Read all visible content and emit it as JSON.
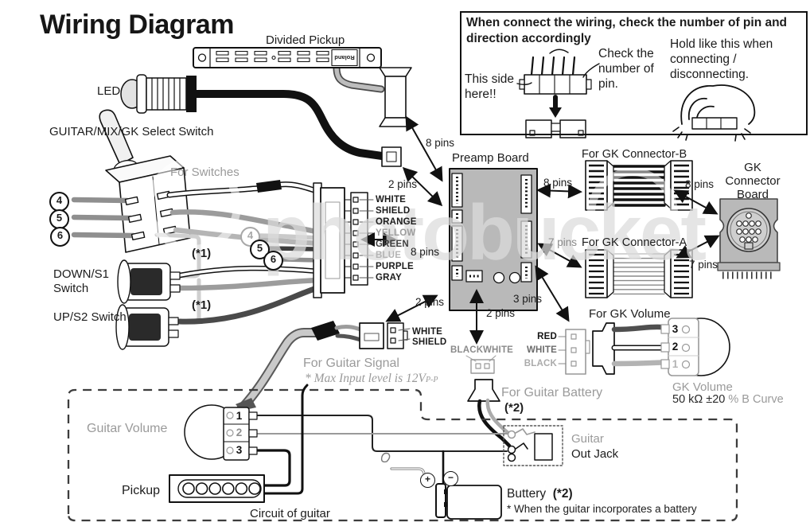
{
  "title": "Wiring Diagram",
  "watermark": "photobucket",
  "instruction": {
    "heading": "When connect the wiring, check the number of pin and direction accordingly",
    "this_side": "This side here!!",
    "check_pin": "Check the number of pin.",
    "hold": "Hold like this when connecting / disconnecting."
  },
  "labels": {
    "divided_pickup": "Divided Pickup",
    "roland": "Roland",
    "led": "LED",
    "select_switch": "GUITAR/MIX/GK Select Switch",
    "for_switches": "For Switches",
    "down_switch": "DOWN/S1 Switch",
    "up_switch": "UP/S2 Switch",
    "note1_a": "(*1)",
    "note1_b": "(*1)",
    "preamp_board": "Preamp Board",
    "for_gk_connector_b": "For GK Connector-B",
    "for_gk_connector_a": "For GK Connector-A",
    "gk_connector_board": "GK Connector Board",
    "for_gk_volume": "For GK Volume",
    "gk_volume": "GK Volume",
    "gk_volume_spec": "50 kΩ ±20 ",
    "gk_volume_spec_gray": "% B Curve",
    "for_guitar_signal": "For Guitar Signal",
    "max_input": "* Max Input level is 12V",
    "max_input_sub": "P-P",
    "for_guitar_battery": "For Guitar Battery",
    "note2": "(*2)",
    "guitar_volume": "Guitar Volume",
    "pickup": "Pickup",
    "circuit_of_guitar": "Circuit of guitar",
    "guitar_jack_1": "Guitar",
    "guitar_jack_2": "Out Jack",
    "battery": "Buttery",
    "battery_note2": "(*2)",
    "battery_note": "* When the guitar incorporates a battery",
    "plus": "+",
    "minus": "−"
  },
  "pins": {
    "pickup_8": "8 pins",
    "led_2": "2 pins",
    "bundle_8": "8 pins",
    "signal_2": "2 pins",
    "battery_2": "2 pins",
    "volume_3": "3 pins",
    "gkb_8": "8 pins",
    "gka_7": "7 pins",
    "board_8": "8 pins",
    "board_7": "7 pins"
  },
  "wire_list": [
    {
      "label": "WHITE",
      "color": "#1c1c1c"
    },
    {
      "label": "SHIELD",
      "color": "#1c1c1c"
    },
    {
      "label": "ORANGE",
      "color": "#1c1c1c"
    },
    {
      "label": "YELLOW",
      "color": "#9d9d9d"
    },
    {
      "label": "GREEN",
      "color": "#3f3f3f"
    },
    {
      "label": "BLUE",
      "color": "#b4b4b4"
    },
    {
      "label": "PURPLE",
      "color": "#1c1c1c"
    },
    {
      "label": "GRAY",
      "color": "#1c1c1c"
    }
  ],
  "gk_volume_wires": [
    {
      "label": "RED",
      "color": "#141414"
    },
    {
      "label": "WHITE",
      "color": "#6b6b6b"
    },
    {
      "label": "BLACK",
      "color": "#ababab"
    }
  ],
  "signal_wires": [
    "WHITE",
    "SHIELD"
  ],
  "battery_wires": [
    "BLACK",
    "WHITE"
  ],
  "switch_terminals": [
    "4",
    "5",
    "6"
  ],
  "bundle_terminals": [
    "4",
    "5",
    "6"
  ],
  "pot_terminals": [
    "1",
    "2",
    "3"
  ],
  "gk_volume_terminals": [
    "3",
    "2",
    "1"
  ]
}
